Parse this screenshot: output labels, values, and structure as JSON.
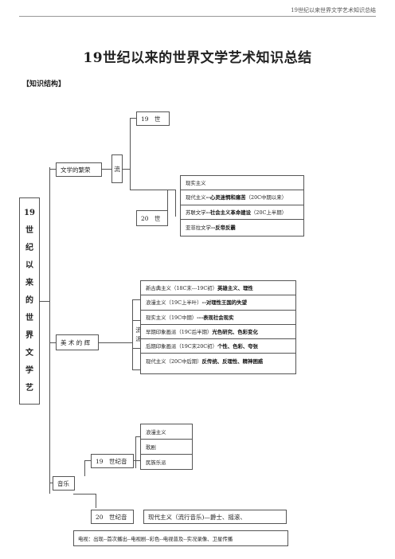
{
  "header": {
    "running_title": "19世纪以来世界文学艺术知识总结"
  },
  "title": "19世纪以来的世界文学艺术知识总结",
  "section_label": "【知识结构】",
  "root": {
    "chars": [
      "19",
      "世",
      "纪",
      "以",
      "来",
      "的",
      "世",
      "界",
      "文",
      "学",
      "艺"
    ]
  },
  "literature": {
    "label": "文学的繁荣",
    "branch": "流",
    "c19": "19　世",
    "c20": "20　世",
    "rows": [
      {
        "plain": "现实主义",
        "bold": ""
      },
      {
        "plain": "现代主义",
        "bold": "--心灵迷惘和痛苦",
        "tail": "（20C中期以来）"
      },
      {
        "plain": "苏联文学",
        "bold": "--社会主义革命建设",
        "tail": "（20C上半期）"
      },
      {
        "plain": "亚非拉文学",
        "bold": "--反帝反霸",
        "tail": ""
      }
    ]
  },
  "art": {
    "label": "美 术 的 辉",
    "branch": "流\n派",
    "rows": [
      {
        "plain": "新古典主义（18C末---19C初）",
        "bold": "英雄主义、理性"
      },
      {
        "plain": "浪漫主义（19C上半叶）",
        "bold": "--对理性王国的失望"
      },
      {
        "plain": "现实主义（19C中期）",
        "bold": "---表现社会现实"
      },
      {
        "plain": "早期印象画派（19C后半期）",
        "bold": "光色研究、色彩变化"
      },
      {
        "plain": "后期印象画派（19C末20C初）",
        "bold": "个性、色彩、夸张"
      },
      {
        "plain": "现代主义（20C中后期）",
        "bold": "反传统、反理性、精神困惑"
      }
    ]
  },
  "music": {
    "label": "音乐",
    "c19": "19　世纪音",
    "c19_rows": [
      "浪漫主义",
      "歌剧",
      "民族乐派"
    ],
    "c20": "20　世纪音",
    "c20_desc": "现代主义（流行音乐)—爵士、摇滚、",
    "footer": "电视：出现--首次播出--电视剧--彩色--电视普及--实况录像、卫星传播"
  }
}
